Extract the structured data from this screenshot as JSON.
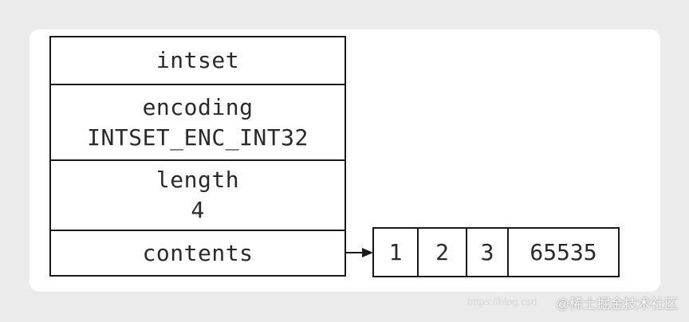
{
  "struct": {
    "title": "intset",
    "encoding": {
      "name": "encoding",
      "value": "INTSET_ENC_INT32"
    },
    "length": {
      "name": "length",
      "value": "4"
    },
    "contents": {
      "name": "contents"
    }
  },
  "array": {
    "items": [
      "1",
      "2",
      "3",
      "65535"
    ]
  },
  "watermark": {
    "faint": "https://blog.csd",
    "text": "@稀土掘金技术社区"
  }
}
